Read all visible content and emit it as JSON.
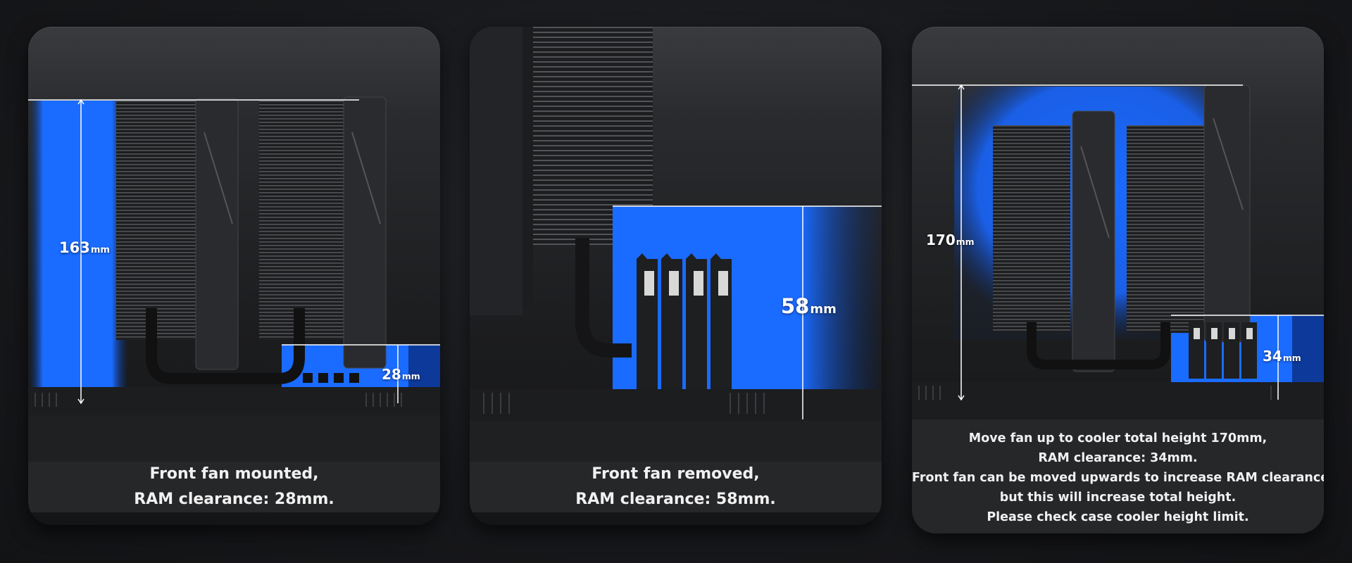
{
  "colors": {
    "accent_blue": "#1a6bff",
    "caption_bg": "#262729"
  },
  "cards": [
    {
      "main_height": {
        "value": "163",
        "unit": "mm"
      },
      "ram_clearance": {
        "value": "28",
        "unit": "mm"
      },
      "caption_lines": [
        "Front fan mounted,",
        "RAM clearance: 28mm."
      ]
    },
    {
      "ram_clearance": {
        "value": "58",
        "unit": "mm"
      },
      "caption_lines": [
        "Front fan removed,",
        "RAM clearance: 58mm."
      ]
    },
    {
      "main_height": {
        "value": "170",
        "unit": "mm"
      },
      "ram_clearance": {
        "value": "34",
        "unit": "mm"
      },
      "caption_lines": [
        "Move fan up to cooler total height 170mm,",
        "RAM clearance: 34mm.",
        "Front fan can be moved upwards to increase RAM clearance,",
        "but this will increase total height.",
        "Please check case cooler height limit."
      ]
    }
  ]
}
